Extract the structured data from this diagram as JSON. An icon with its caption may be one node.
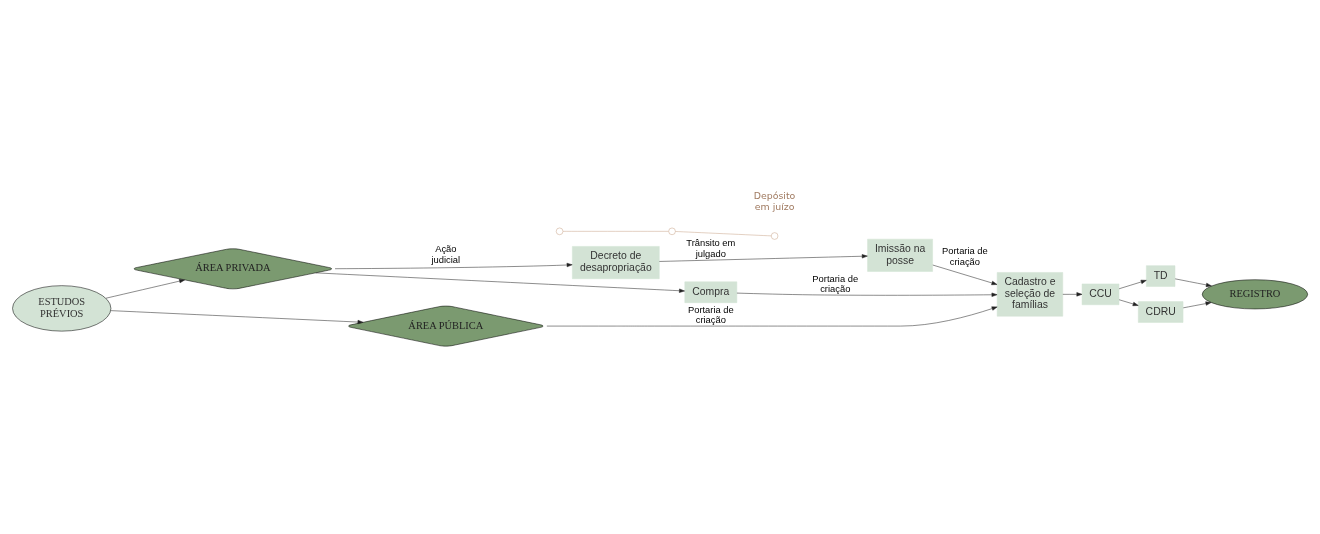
{
  "diagram": {
    "nodes": [
      {
        "text": [
          "ESTUDOS PRÉVIOS"
        ]
      },
      {
        "text": [
          "ÁREA PRIVADA"
        ]
      },
      {
        "text": [
          "ÁREA PÚBLICA"
        ]
      },
      {
        "text": [
          "Decreto de desapropriação"
        ]
      },
      {
        "text": [
          "Imissão na posse"
        ]
      },
      {
        "text": [
          "Compra"
        ]
      },
      {
        "text": [
          "Cadastro e seleção de famílias"
        ]
      },
      {
        "text": [
          "CCU"
        ]
      },
      {
        "text": [
          "TD"
        ]
      },
      {
        "text": [
          "CDRU"
        ]
      },
      {
        "text": [
          "REGISTRO"
        ]
      },
      {
        "text": [],
        "shape": "circle"
      },
      {
        "text": [],
        "shape": "circle"
      },
      {
        "text": [],
        "shape": "circle"
      }
    ],
    "edges": [
      {
        "from": 0,
        "to": 1,
        "arrow": "to"
      },
      {
        "from": 0,
        "to": 2,
        "arrow": "to"
      },
      {
        "from": 1,
        "to": 3,
        "arrow": "to",
        "label": "Ação judicial"
      },
      {
        "from": 1,
        "to": 5,
        "arrow": "to"
      },
      {
        "from": 3,
        "to": 4,
        "arrow": "to",
        "label": "Trânsito em julgado"
      },
      {
        "from": 4,
        "to": 6,
        "arrow": "to",
        "label": "Portaria de criação"
      },
      {
        "from": 5,
        "to": 6,
        "arrow": "to",
        "label": "Portaria de criação"
      },
      {
        "from": 2,
        "to": 6,
        "arrow": "to",
        "label": "Portaria de criação"
      },
      {
        "from": 6,
        "to": 7,
        "arrow": "to"
      },
      {
        "from": 7,
        "to": 8,
        "arrow": "to"
      },
      {
        "from": 7,
        "to": 9,
        "arrow": "to"
      },
      {
        "from": 8,
        "to": 10,
        "arrow": "to"
      },
      {
        "from": 9,
        "to": 10,
        "arrow": "to"
      },
      {
        "from": 11,
        "to": 12,
        "arrow": "none",
        "color": "#c9a48a"
      },
      {
        "from": 12,
        "to": 13,
        "arrow": "none",
        "color": "#c9a48a"
      }
    ],
    "labels": [
      "Depósito em juízo"
    ]
  }
}
